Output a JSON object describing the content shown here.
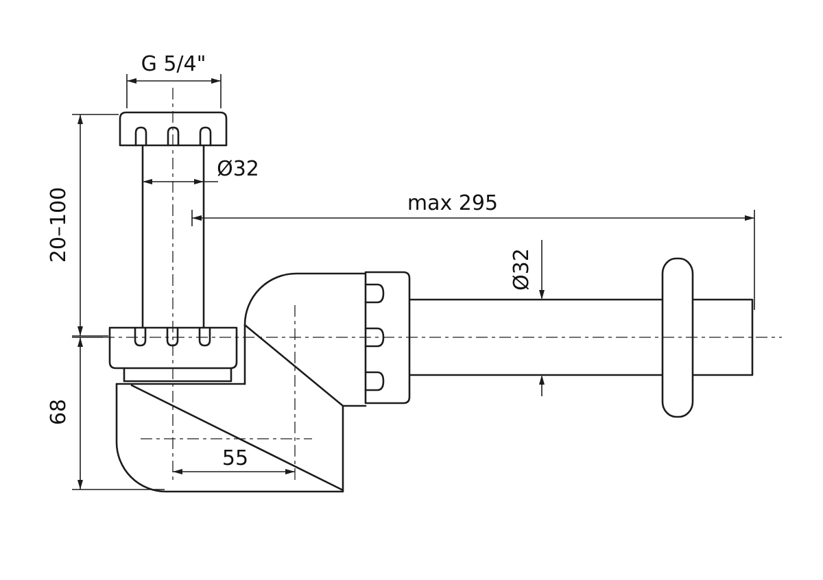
{
  "drawing": {
    "type": "technical-dimension-drawing",
    "subject": "sink-bottle-trap-siphon-side-view",
    "background_color": "#ffffff",
    "line_color": "#1c1c1c",
    "labels": {
      "thread_size": "G 5/4\"",
      "inlet_pipe_diameter": "Ø32",
      "inlet_height_range": "20–100",
      "outlet_max_length": "max 295",
      "outlet_pipe_diameter": "Ø32",
      "trap_body_depth": "68",
      "axis_offset": "55"
    }
  }
}
